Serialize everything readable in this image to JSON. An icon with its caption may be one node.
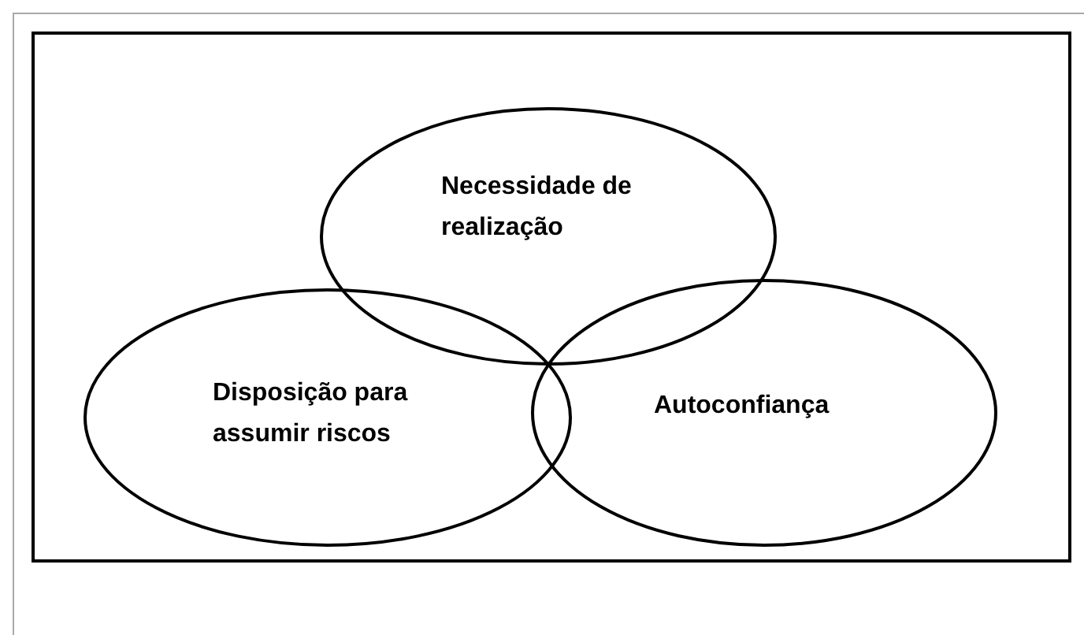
{
  "diagram": {
    "nodes": [
      {
        "text": [
          "Necessidade de realização"
        ]
      },
      {
        "text": [
          "Disposição para assumir riscos"
        ]
      },
      {
        "text": [
          "Autoconfiança"
        ]
      }
    ],
    "edges": []
  }
}
